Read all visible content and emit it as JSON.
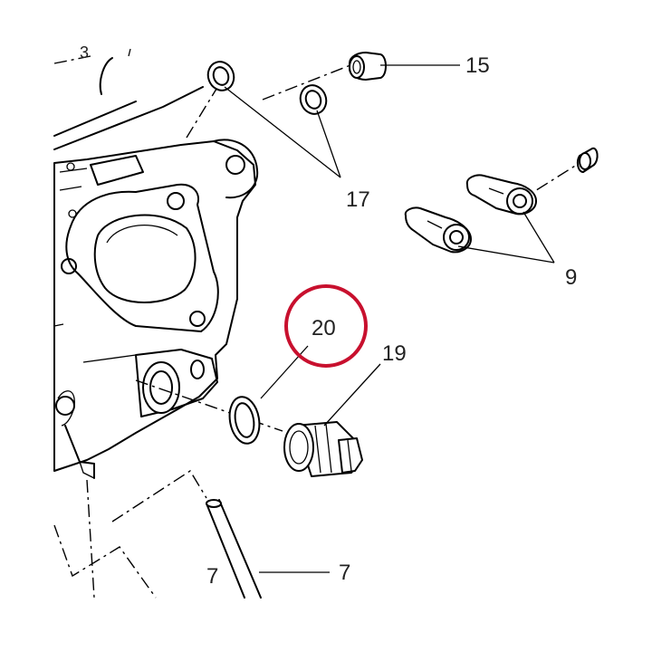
{
  "callouts": [
    {
      "id": "c15",
      "label": "15"
    },
    {
      "id": "c17",
      "label": "17"
    },
    {
      "id": "c9",
      "label": "9"
    },
    {
      "id": "c20",
      "label": "20"
    },
    {
      "id": "c19",
      "label": "19"
    },
    {
      "id": "c7a",
      "label": "7"
    },
    {
      "id": "c7b",
      "label": "7"
    }
  ],
  "highlight_color": "#c8102e"
}
